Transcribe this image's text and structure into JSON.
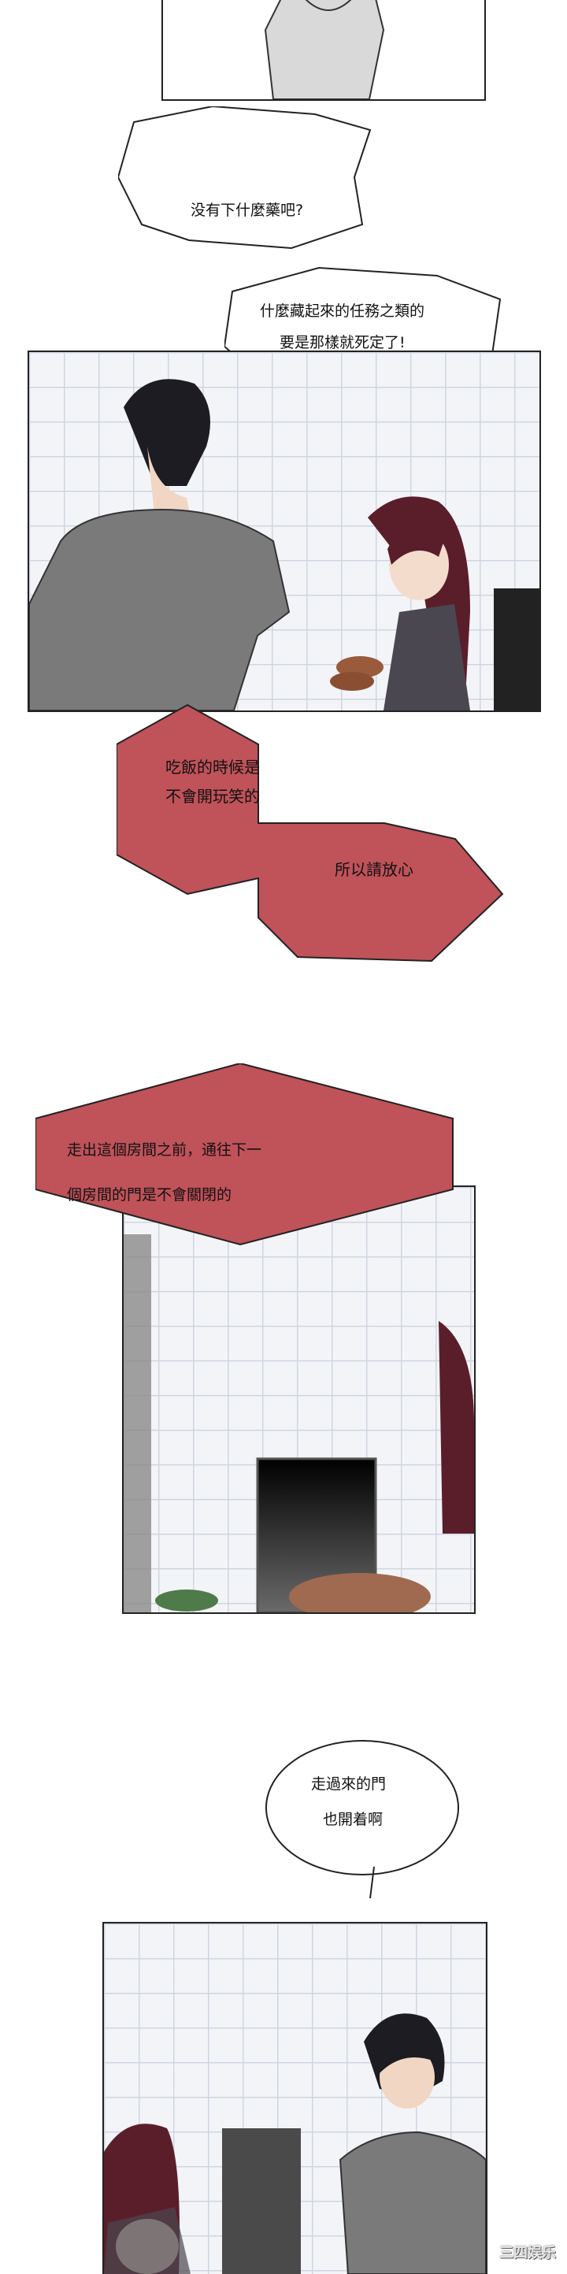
{
  "bubbles": {
    "top_1": "没有下什麼藥吧?",
    "top_2_line1": "什麼藏起來的任務之類的",
    "top_2_line2": "要是那樣就死定了!",
    "red_1_line1": "吃飯的時候是",
    "red_1_line2": "不會開玩笑的",
    "red_1_line3": "所以請放心",
    "red_2_line1": "走出這個房間之前，通往下一",
    "red_2_line2": "個房間的門是不會關閉的",
    "oval_line1": "走過來的門",
    "oval_line2": "也開着啊"
  },
  "watermark": "三四娱乐",
  "colors": {
    "red_box": "#c0525a",
    "panel_bg": "#f3f4f7",
    "grid": "#cfd6e2",
    "shirt": "#7a7a7a",
    "hair_dark": "#1c1c22",
    "hair_red": "#5a1e2a"
  }
}
